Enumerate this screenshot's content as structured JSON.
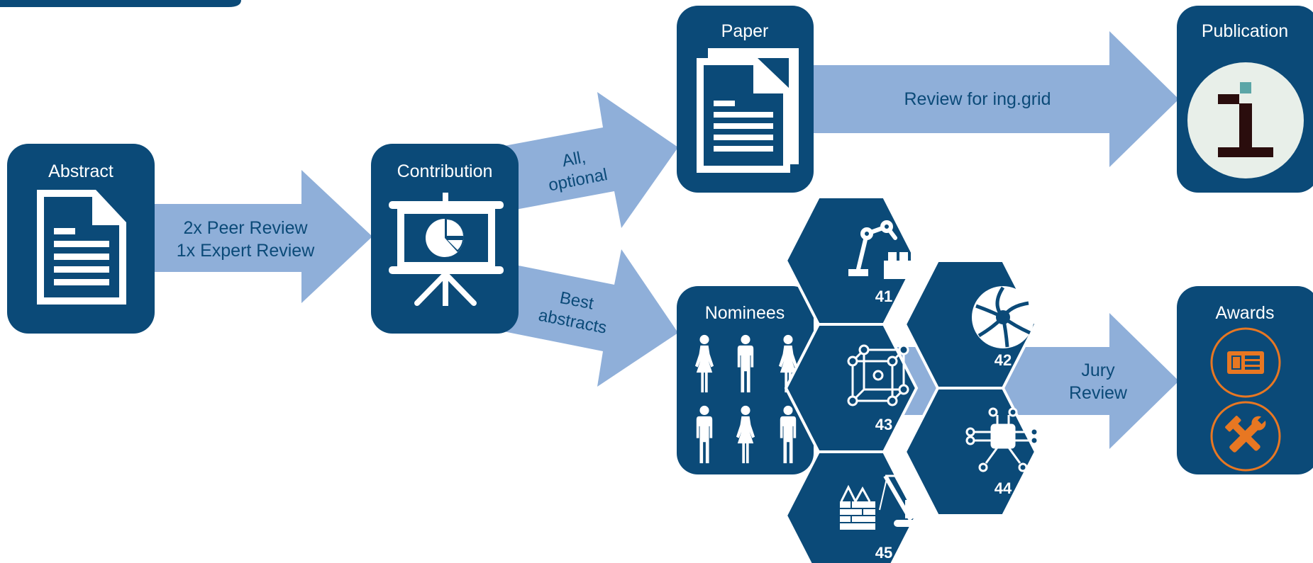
{
  "colors": {
    "node": "#0b4a78",
    "arrow": "#8fafd9",
    "arrow_text": "#0b4a78",
    "white": "#ffffff",
    "accent_orange": "#e87722",
    "logo_bg": "#e8efe9",
    "logo_ink": "#2a0d0d",
    "logo_teal": "#5ba6a7"
  },
  "nodes": {
    "abstract": {
      "title": "Abstract",
      "icon": "document-icon"
    },
    "contribution": {
      "title": "Contribution",
      "icon": "presentation-icon"
    },
    "paper": {
      "title": "Paper",
      "icon": "documents-icon"
    },
    "publication": {
      "title": "Publication",
      "icon": "ing-grid-logo"
    },
    "nominees": {
      "title": "Nominees",
      "icon": "people-icon"
    },
    "awards": {
      "title": "Awards",
      "icon": "award-icons"
    }
  },
  "arrows": {
    "review": {
      "line1": "2x Peer Review",
      "line2": "1x Expert Review"
    },
    "all_optional": {
      "line1": "All,",
      "line2": "optional"
    },
    "best_abstracts": {
      "line1": "Best",
      "line2": "abstracts"
    },
    "ing_grid_review": {
      "label": "Review for ing.grid"
    },
    "jury_review": {
      "line1": "Jury",
      "line2": "Review"
    }
  },
  "categories": [
    {
      "number": "41",
      "icon": "robot-arm-icon"
    },
    {
      "number": "42",
      "icon": "turbine-icon"
    },
    {
      "number": "43",
      "icon": "crystal-lattice-icon"
    },
    {
      "number": "44",
      "icon": "circuit-chip-icon"
    },
    {
      "number": "45",
      "icon": "construction-crane-icon"
    }
  ]
}
